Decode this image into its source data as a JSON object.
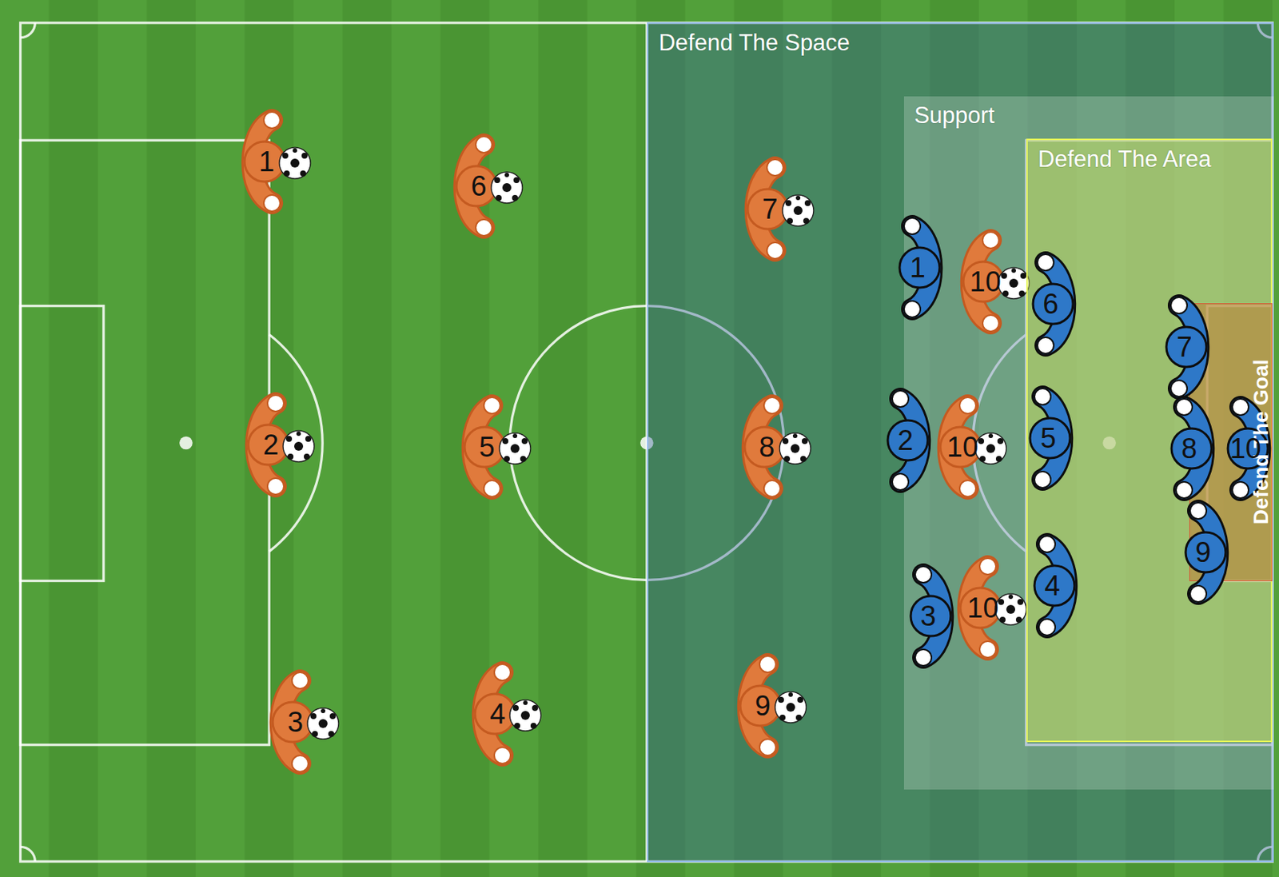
{
  "diagram": {
    "nodes": [
      {
        "text": [
          "1"
        ]
      },
      {
        "text": [
          "6"
        ]
      },
      {
        "text": [
          "2"
        ]
      },
      {
        "text": [
          "5"
        ]
      },
      {
        "text": [
          "3"
        ]
      },
      {
        "text": [
          "4"
        ]
      },
      {
        "text": [
          "Defend  The Space"
        ]
      },
      {
        "text": [
          "7"
        ],
        "in": 6
      },
      {
        "text": [
          "8"
        ],
        "in": 6
      },
      {
        "text": [
          "9"
        ],
        "in": 6
      },
      {
        "text": [
          "Support"
        ],
        "in": 6
      },
      {
        "text": [
          "1"
        ],
        "in": 10
      },
      {
        "text": [
          "10"
        ],
        "in": 10
      },
      {
        "text": [
          "2"
        ],
        "in": 10
      },
      {
        "text": [
          "10"
        ],
        "in": 10
      },
      {
        "text": [
          "3"
        ],
        "in": 10
      },
      {
        "text": [
          "10"
        ],
        "in": 10
      },
      {
        "text": [
          "Defend The Area"
        ],
        "in": 10
      },
      {
        "text": [
          "6"
        ],
        "in": 17
      },
      {
        "text": [
          "5"
        ],
        "in": 17
      },
      {
        "text": [
          "4"
        ],
        "in": 17
      },
      {
        "text": [
          "Defend The Goal"
        ],
        "in": 17
      },
      {
        "text": [
          "7"
        ],
        "in": 21
      },
      {
        "text": [
          "8"
        ],
        "in": 21
      },
      {
        "text": [
          "10"
        ],
        "in": 21
      },
      {
        "text": [
          "9"
        ],
        "in": 21
      }
    ]
  }
}
